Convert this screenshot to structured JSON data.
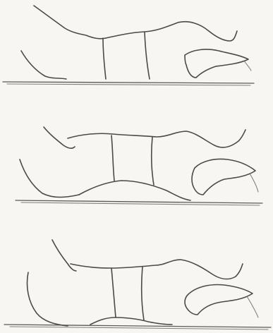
{
  "drawing": {
    "medium": "pencil-sketch",
    "paper_color": "#f7f6f2",
    "ink_color": "#4a4a4a",
    "panels": [
      {
        "label": "",
        "pose": "lying-flat"
      },
      {
        "label": "",
        "pose": "lumbar-curve-raised"
      },
      {
        "label": "",
        "pose": "lumbar-curve-high"
      }
    ]
  }
}
